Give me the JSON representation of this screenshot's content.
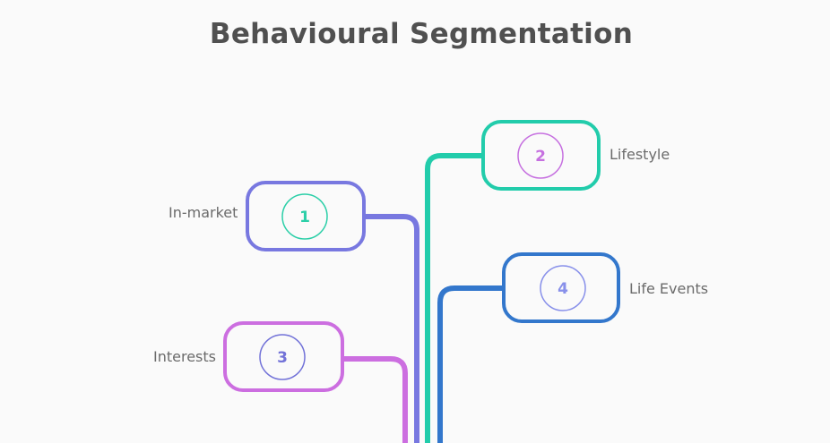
{
  "title": "Behavioural Segmentation",
  "segments": [
    {
      "number": "1",
      "label": "In-market",
      "box_color": "#7878e0",
      "circle_color": "#2ccfa8"
    },
    {
      "number": "2",
      "label": "Lifestyle",
      "box_color": "#22ccab",
      "circle_color": "#c670e0"
    },
    {
      "number": "3",
      "label": "Interests",
      "box_color": "#cc6ee0",
      "circle_color": "#7272d8"
    },
    {
      "number": "4",
      "label": "Life Events",
      "box_color": "#3377cc",
      "circle_color": "#8890ea"
    }
  ]
}
